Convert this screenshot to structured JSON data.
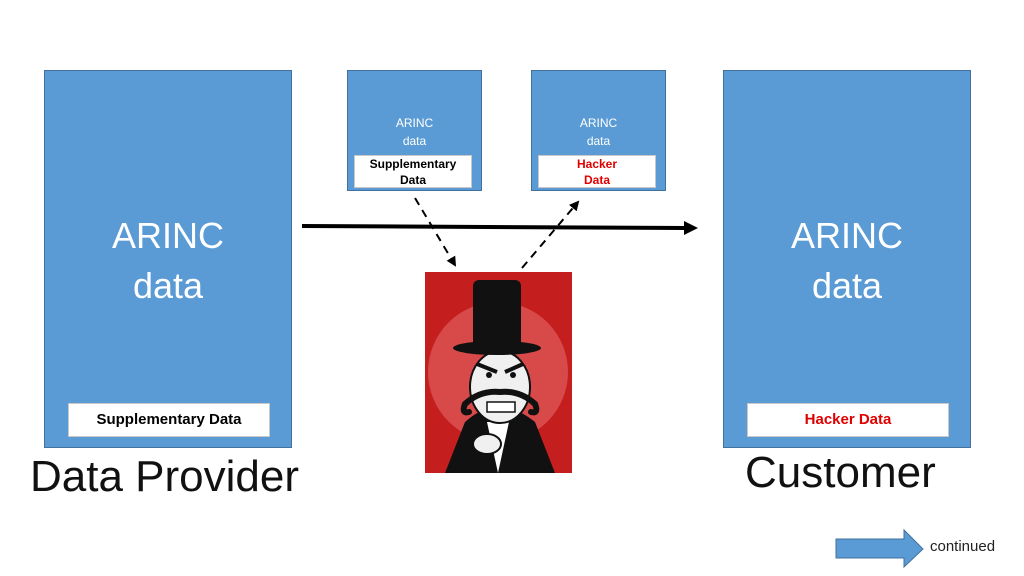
{
  "provider": {
    "block_line1": "ARINC",
    "block_line2": "data",
    "tag": "Supplementary Data",
    "caption": "Data Provider"
  },
  "customer": {
    "block_line1": "ARINC",
    "block_line2": "data",
    "tag": "Hacker Data",
    "caption": "Customer"
  },
  "packet_original": {
    "line1": "ARINC",
    "line2": "data",
    "tag_line1": "Supplementary",
    "tag_line2": "Data"
  },
  "packet_tampered": {
    "line1": "ARINC",
    "line2": "data",
    "tag_line1": "Hacker",
    "tag_line2": "Data"
  },
  "nav": {
    "continued_label": "continued"
  },
  "colors": {
    "block_fill": "#5b9bd5",
    "hacker_text": "#e00000",
    "villain_background": "#c41e1e",
    "nav_arrow": "#5b9bd5"
  },
  "icons": {
    "villain": "top-hat-villain-icon"
  }
}
